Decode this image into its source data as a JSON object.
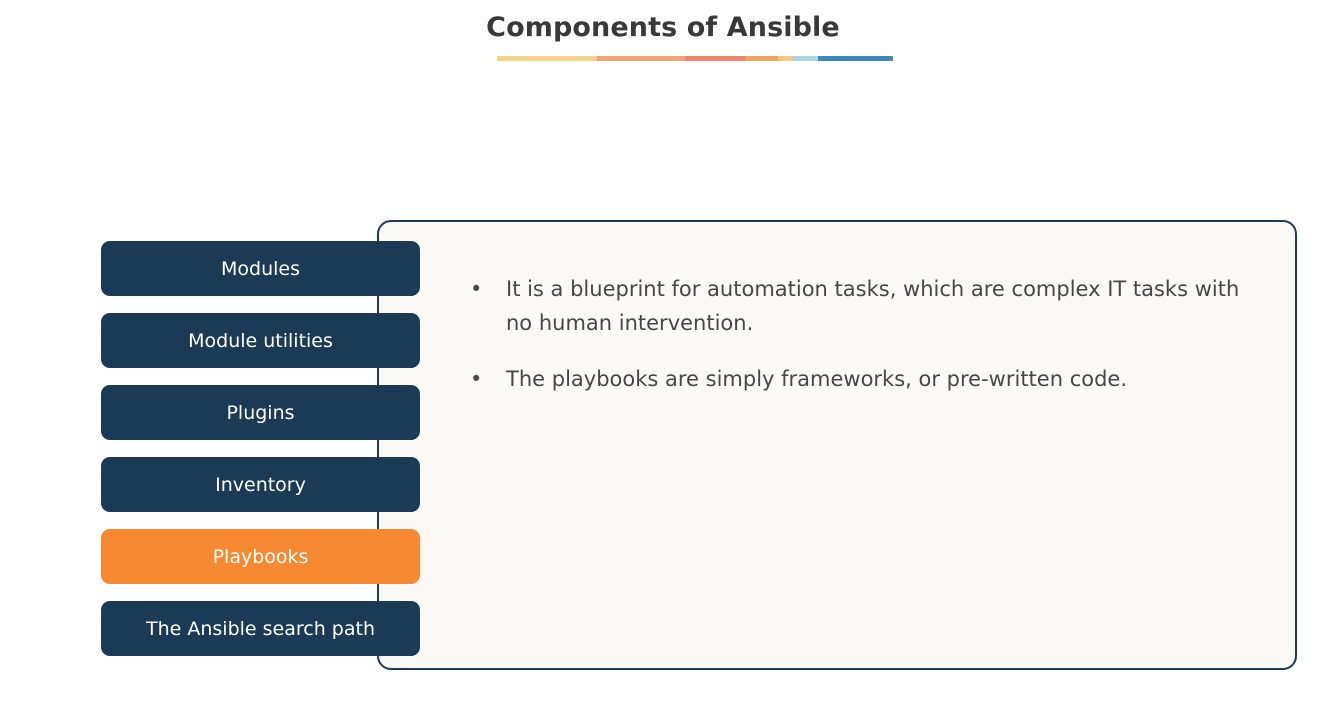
{
  "slide": {
    "title": "Components of Ansible",
    "background_color": "#ffffff"
  },
  "title_underline": {
    "segments": [
      {
        "color": "#f7d08a",
        "width": 100
      },
      {
        "color": "#f3a470",
        "width": 88
      },
      {
        "color": "#ec8470",
        "width": 60
      },
      {
        "color": "#f4a261",
        "width": 33
      },
      {
        "color": "#f7c97f",
        "width": 15
      },
      {
        "color": "#a8d8e8",
        "width": 25
      },
      {
        "color": "#3f87b8",
        "width": 75
      }
    ]
  },
  "components": {
    "items": [
      {
        "label": "Modules",
        "state": "inactive",
        "color": "#1b3a56"
      },
      {
        "label": "Module utilities",
        "state": "inactive",
        "color": "#1b3a56"
      },
      {
        "label": "Plugins",
        "state": "inactive",
        "color": "#1b3a56"
      },
      {
        "label": "Inventory",
        "state": "inactive",
        "color": "#1b3a56"
      },
      {
        "label": "Playbooks",
        "state": "active",
        "color": "#f68932"
      },
      {
        "label": "The Ansible search path",
        "state": "inactive",
        "color": "#1b3a56"
      }
    ]
  },
  "detail_panel": {
    "background_color": "#faf9f6",
    "border_color": "#1e3c57",
    "bullet_glyph": "•",
    "bullets": [
      "It is a blueprint for automation tasks, which are complex IT tasks with no human intervention.",
      "The playbooks are simply frameworks, or pre-written code."
    ]
  }
}
